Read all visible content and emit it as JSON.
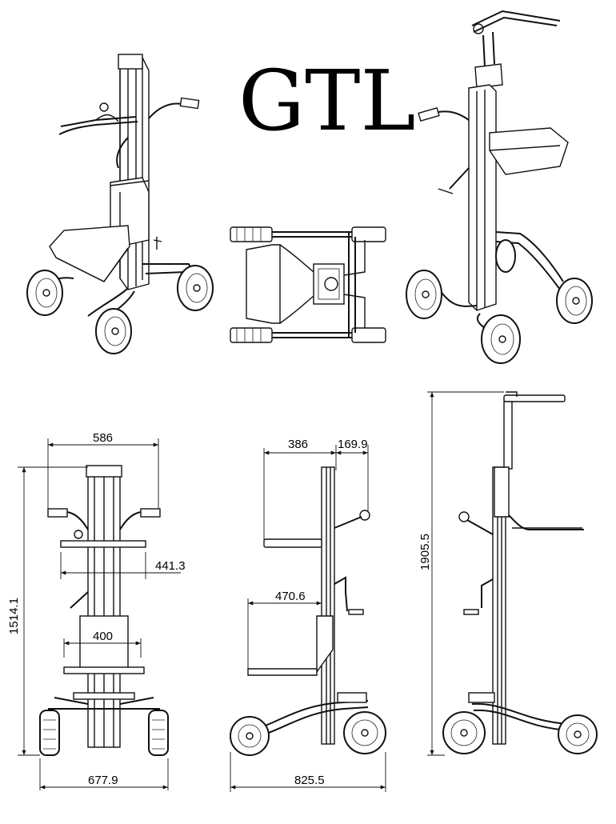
{
  "title": "GTL",
  "views": {
    "iso_front": "isometric-front-view",
    "top": "top-view",
    "iso_back": "isometric-back-view",
    "front": "front-elevation",
    "side": "side-elevation",
    "side_raised": "side-elevation-raised"
  },
  "dimensions": {
    "width_handles": "586",
    "overall_height": "1514.1",
    "platform_width": "441.3",
    "platform_inner": "400",
    "base_width": "677.9",
    "platform_depth": "386",
    "handle_offset": "169.9",
    "platform_reach": "470.6",
    "base_depth": "825.5",
    "max_height": "1905.5"
  },
  "colors": {
    "line": "#111111",
    "background": "#ffffff"
  }
}
